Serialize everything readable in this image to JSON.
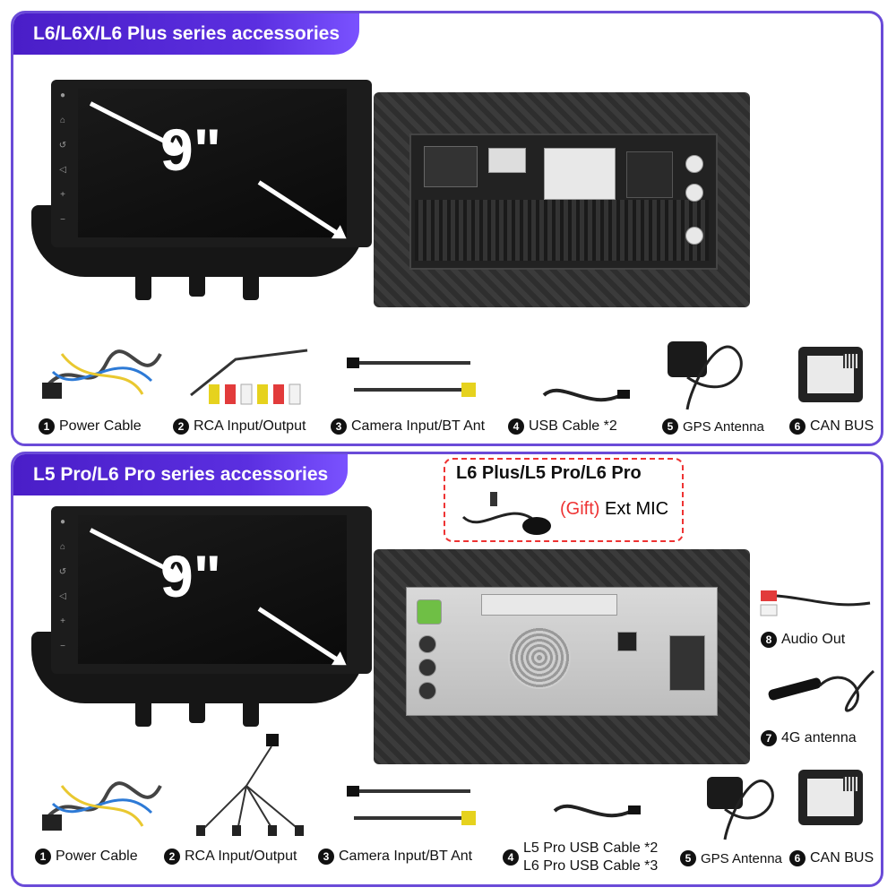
{
  "panel1": {
    "title": "L6/L6X/L6 Plus series accessories",
    "screen_size": "9\"",
    "accessories": [
      {
        "num": "1",
        "label": "Power Cable"
      },
      {
        "num": "2",
        "label": "RCA Input/Output"
      },
      {
        "num": "3",
        "label": "Camera Input/BT Ant"
      },
      {
        "num": "4",
        "label": "USB Cable *2"
      },
      {
        "num": "5",
        "label": "GPS Antenna"
      },
      {
        "num": "6",
        "label": "CAN BUS"
      }
    ]
  },
  "panel2": {
    "title": "L5 Pro/L6 Pro series accessories",
    "screen_size": "9\"",
    "gift": {
      "title": "L6 Plus/L5 Pro/L6 Pro",
      "gift_tag": "(Gift)",
      "item": "Ext MIC"
    },
    "side_accessories": [
      {
        "num": "8",
        "label": "Audio Out"
      },
      {
        "num": "7",
        "label": "4G antenna"
      }
    ],
    "accessories": [
      {
        "num": "1",
        "label": "Power Cable"
      },
      {
        "num": "2",
        "label": "RCA Input/Output"
      },
      {
        "num": "3",
        "label": "Camera Input/BT Ant"
      },
      {
        "num": "4",
        "label_line1": "L5 Pro USB Cable *2",
        "label_line2": "L6 Pro USB Cable *3"
      },
      {
        "num": "5",
        "label": "GPS Antenna"
      },
      {
        "num": "6",
        "label": "CAN BUS"
      }
    ]
  },
  "colors": {
    "frame": "#6a4bd8",
    "ribbon": "#4a1ec8",
    "gift_border": "#ee3333"
  },
  "icons": [
    "power-cable-icon",
    "rca-cable-icon",
    "camera-cable-icon",
    "usb-cable-icon",
    "gps-antenna-icon",
    "canbus-box-icon",
    "mic-icon",
    "audio-out-cable-icon",
    "4g-antenna-icon"
  ]
}
